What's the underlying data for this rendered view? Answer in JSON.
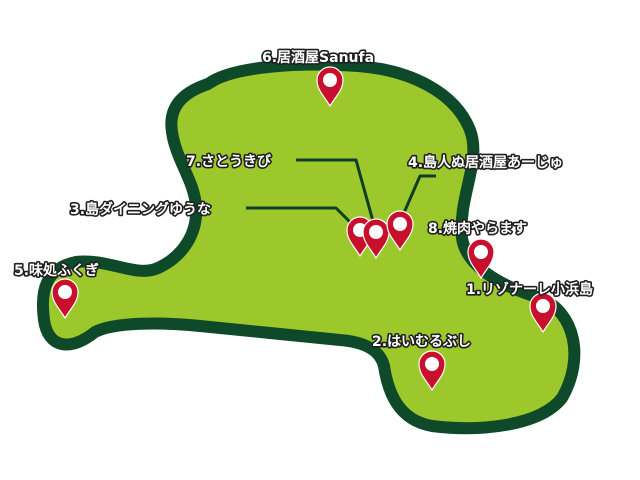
{
  "map": {
    "colors": {
      "land": "#9cc82b",
      "coast": "#0e4a2a",
      "background": "#ffffff",
      "pin": "#c8102e",
      "pin_hole": "#ffffff",
      "label_text": "#ffffff",
      "label_outline": "#1f1f1f"
    },
    "markers": [
      {
        "number": "1",
        "name": "1.リゾナーレ小浜島"
      },
      {
        "number": "2",
        "name": "2.はいむるぶし"
      },
      {
        "number": "3",
        "name": "3.島ダイニングゆうな"
      },
      {
        "number": "4",
        "name": "4.島人ぬ居酒屋あーじゅ"
      },
      {
        "number": "5",
        "name": "5.味処ふくぎ"
      },
      {
        "number": "6",
        "name": "6.居酒屋Sanufa"
      },
      {
        "number": "7",
        "name": "7.さとうきび"
      },
      {
        "number": "8",
        "name": "8.焼肉やらます"
      }
    ]
  }
}
